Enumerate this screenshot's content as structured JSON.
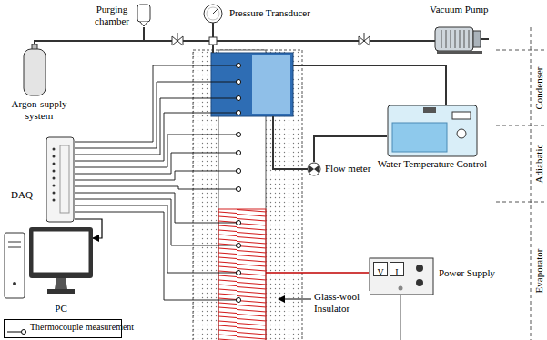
{
  "diagram": {
    "nodes": [
      {
        "text": [
          "Purging chamber"
        ]
      },
      {
        "text": [
          "Argon-supply system"
        ]
      },
      {
        "text": [
          "Pressure Transducer"
        ]
      },
      {
        "text": [
          "Vacuum Pump"
        ]
      },
      {
        "text": [
          "Water Temperature Control"
        ]
      },
      {
        "text": [
          "Flow meter"
        ]
      },
      {
        "text": [
          "DAQ"
        ]
      },
      {
        "text": [
          "PC"
        ]
      },
      {
        "text": [
          "Power Supply"
        ]
      },
      {
        "text": [
          "V"
        ],
        "in": 8
      },
      {
        "text": [
          "I"
        ],
        "in": 8
      }
    ],
    "edges": [
      {
        "from": 0,
        "to": 2,
        "arrow": "none"
      },
      {
        "from": 1,
        "to": 2,
        "arrow": "none"
      },
      {
        "from": 2,
        "to": 3,
        "arrow": "none"
      },
      {
        "from": 4,
        "to": 5,
        "arrow": "none"
      },
      {
        "from": 6,
        "to": 7,
        "arrow": "to"
      }
    ],
    "labels": [
      "Condenser",
      "Adiabatic",
      "Evaporator",
      "Glass-wool Insulator"
    ],
    "legend": [
      {
        "text": "Thermocouple measurement"
      }
    ]
  }
}
